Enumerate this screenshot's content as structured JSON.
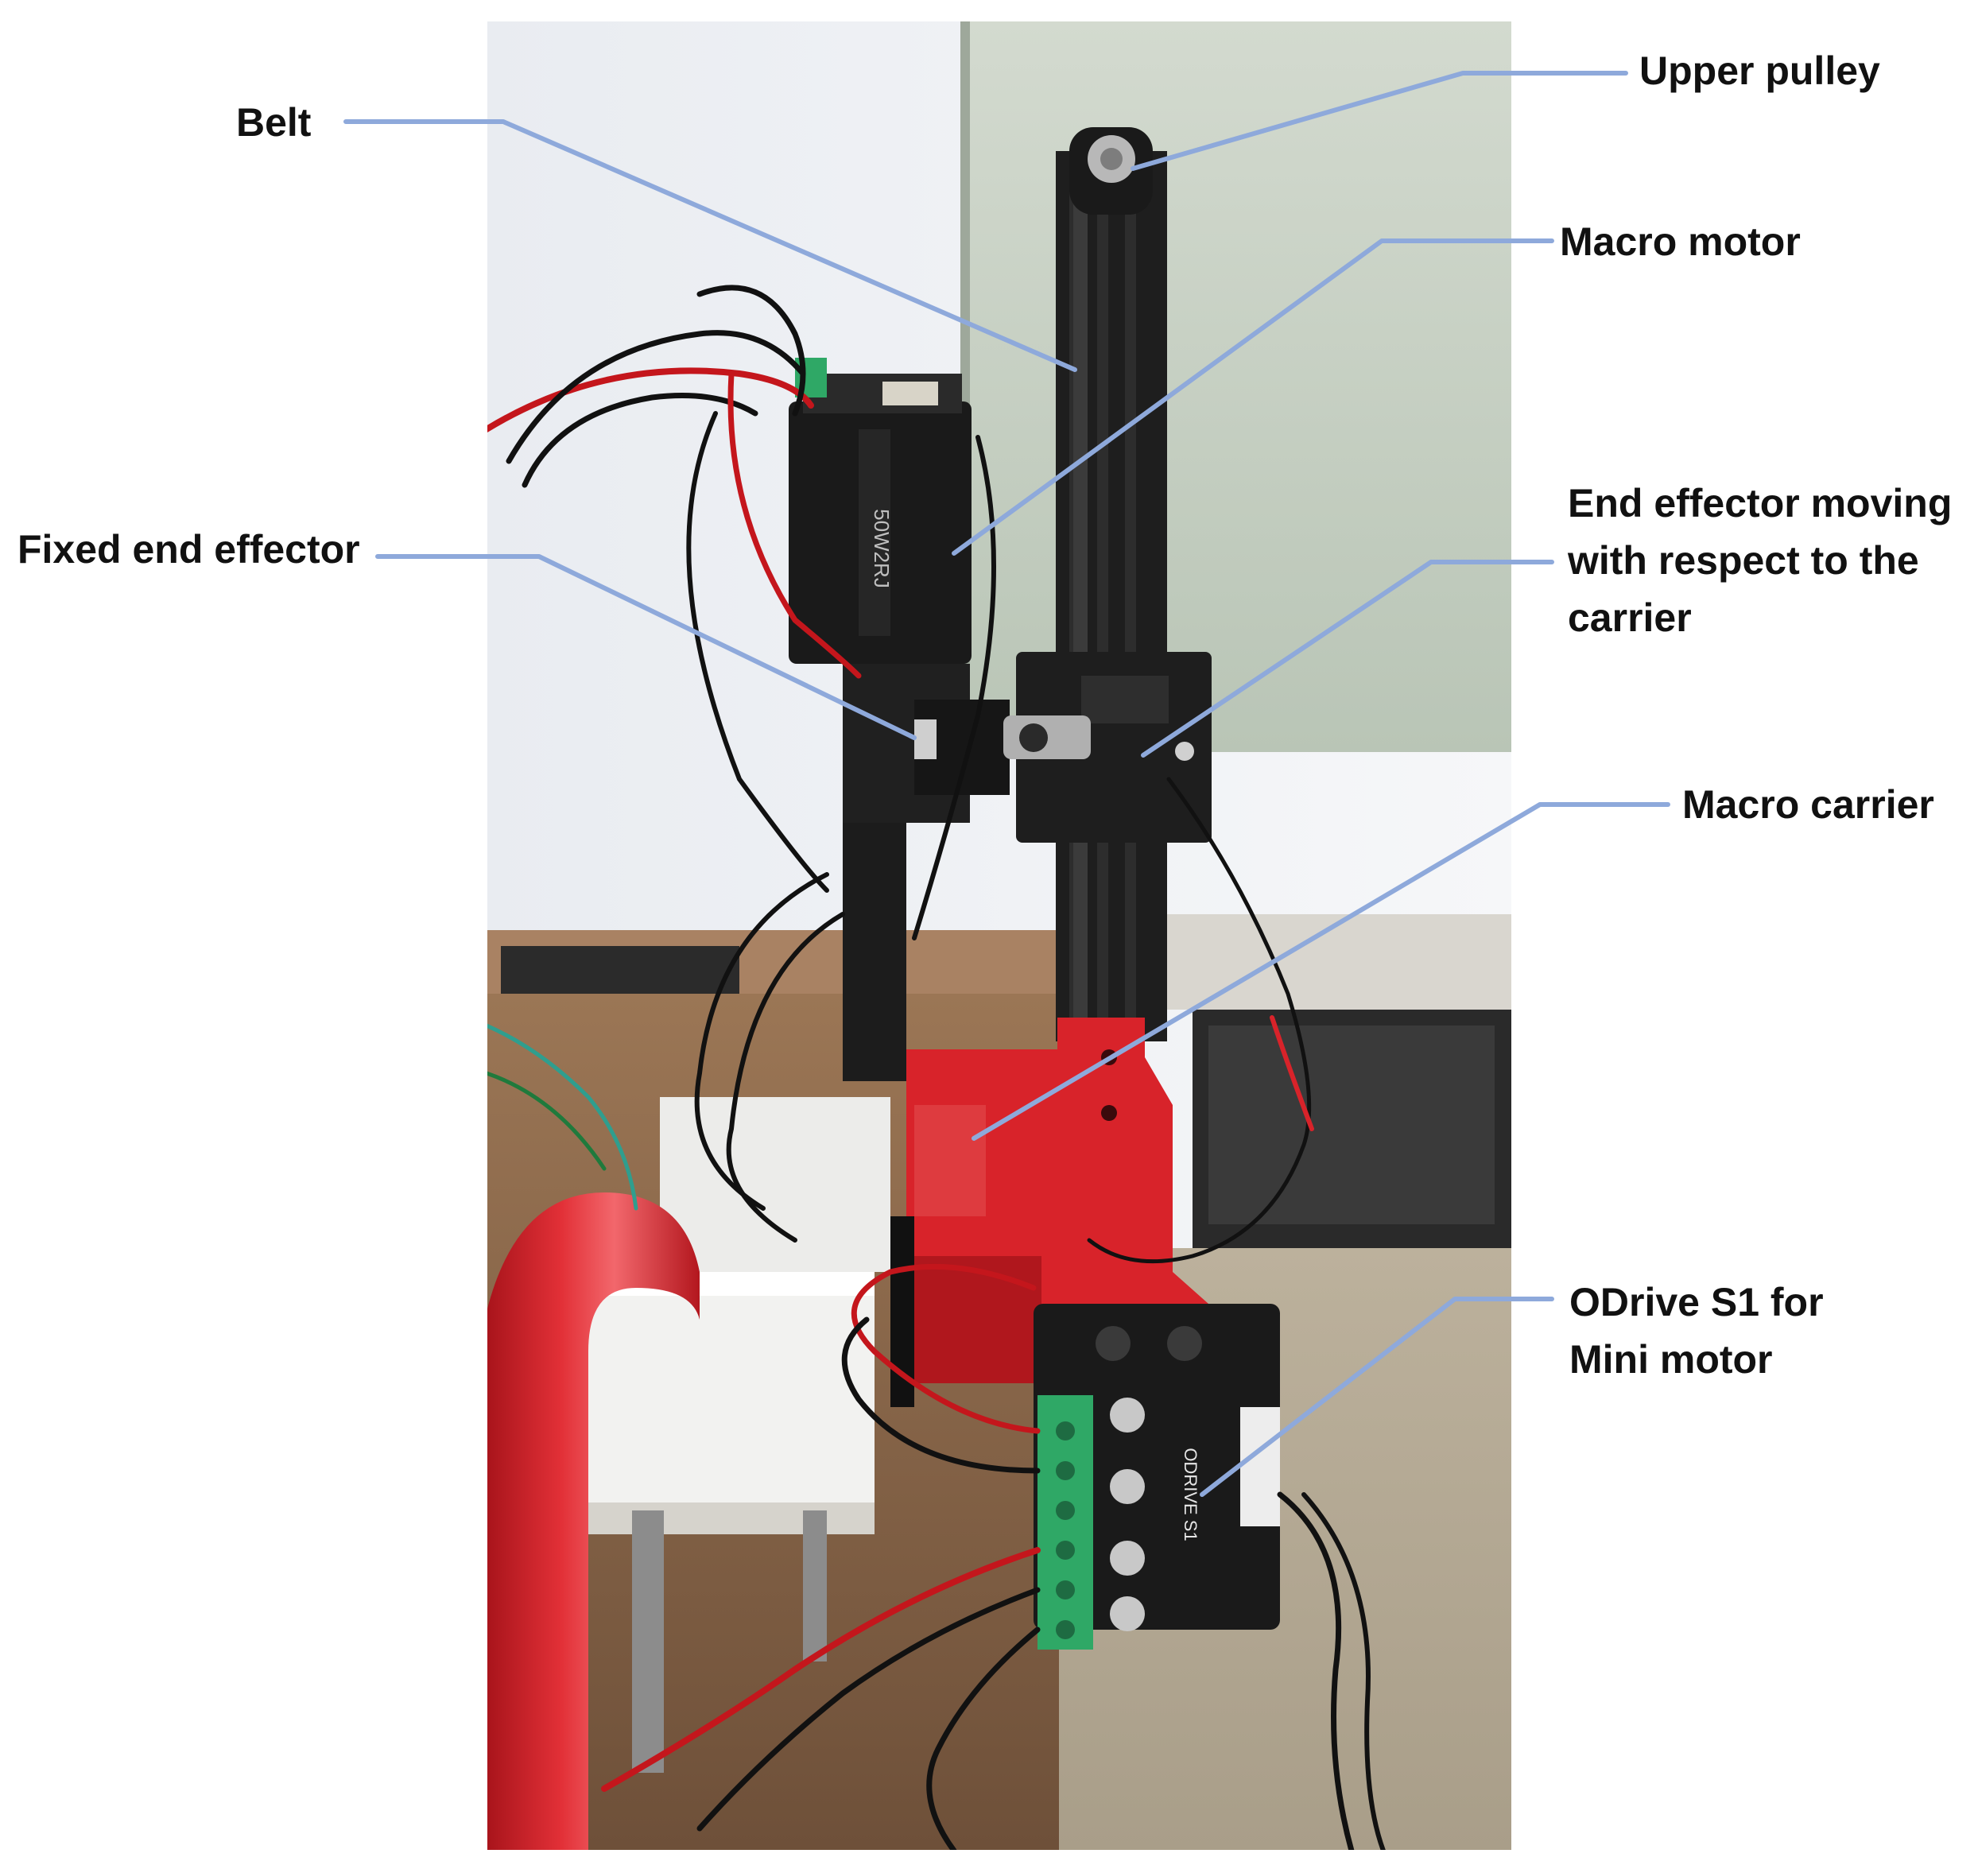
{
  "figure": {
    "description_alt": "",
    "palette": {
      "leader_line": "#8EA9DB",
      "label_text": "#111111",
      "wall": "#F2F3F5",
      "glass_panel": "#C8D2C4",
      "table_wood": "#8B6A4C",
      "carpet": "#B5AA95",
      "red_printed_part": "#D8232A",
      "black_rail": "#1E1E1E",
      "white_block": "#F0F0EE",
      "odrive_board": "#1A1A1A",
      "green_terminal": "#2FA866",
      "silver_pulley": "#B8B8B8"
    }
  },
  "labels": {
    "belt": "Belt",
    "upper_pulley": "Upper pulley",
    "macro_motor": "Macro motor",
    "fixed_end_effector": "Fixed end effector",
    "end_effector_line1": "End effector moving",
    "end_effector_line2": "with respect to the",
    "end_effector_line3": "carrier",
    "macro_carrier": "Macro carrier",
    "odrive_line1": "ODrive S1 for",
    "odrive_line2": "Mini motor"
  },
  "photo_markings": {
    "motor_text": "50W2RJ",
    "board_text": "ODRIVE S1"
  }
}
